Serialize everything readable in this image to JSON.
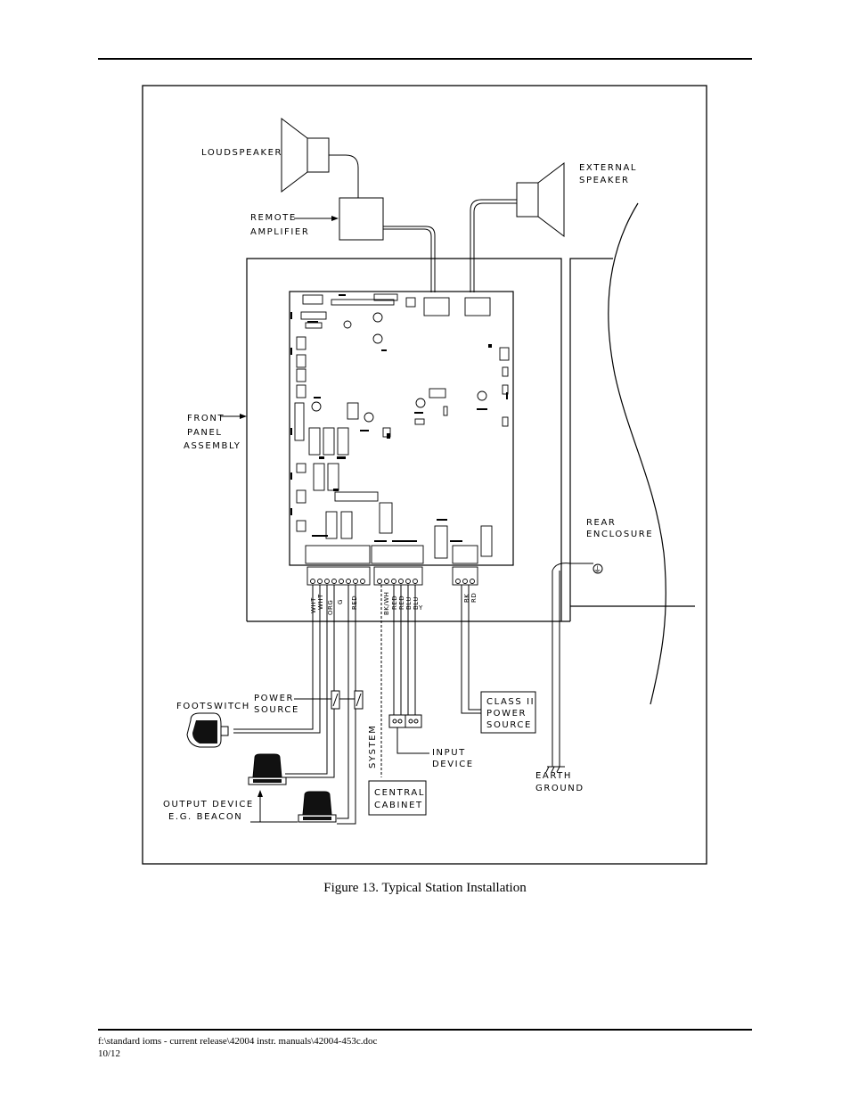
{
  "labels": {
    "loudspeaker": "LOUDSPEAKER",
    "external_speaker": [
      "EXTERNAL",
      "SPEAKER"
    ],
    "remote_amplifier": [
      "REMOTE",
      "AMPLIFIER"
    ],
    "front_panel_assembly": [
      "FRONT",
      "PANEL",
      "ASSEMBLY"
    ],
    "rear_enclosure": [
      "REAR",
      "ENCLOSURE"
    ],
    "footswitch": "FOOTSWITCH",
    "power_source": [
      "POWER",
      "SOURCE"
    ],
    "class_ii_power_source": [
      "CLASS  II",
      "POWER",
      "SOURCE"
    ],
    "system": "SYSTEM",
    "input_device": [
      "INPUT",
      "DEVICE"
    ],
    "earth_ground": [
      "EARTH",
      "GROUND"
    ],
    "central_cabinet": [
      "CENTRAL",
      "CABINET"
    ],
    "output_device": [
      "OUTPUT DEVICE",
      "E.G. BEACON"
    ]
  },
  "wire_labels": [
    "WHT",
    "WHT",
    "ORG",
    "G",
    "RED",
    "BK/WH",
    "RED",
    "RED",
    "BLU",
    "BLU",
    "Y",
    "BK",
    "RD"
  ],
  "caption": "Figure 13.  Typical Station Installation",
  "footer": {
    "path": "f:\\standard ioms - current release\\42004 instr. manuals\\42004-453c.doc",
    "date": "10/12"
  }
}
